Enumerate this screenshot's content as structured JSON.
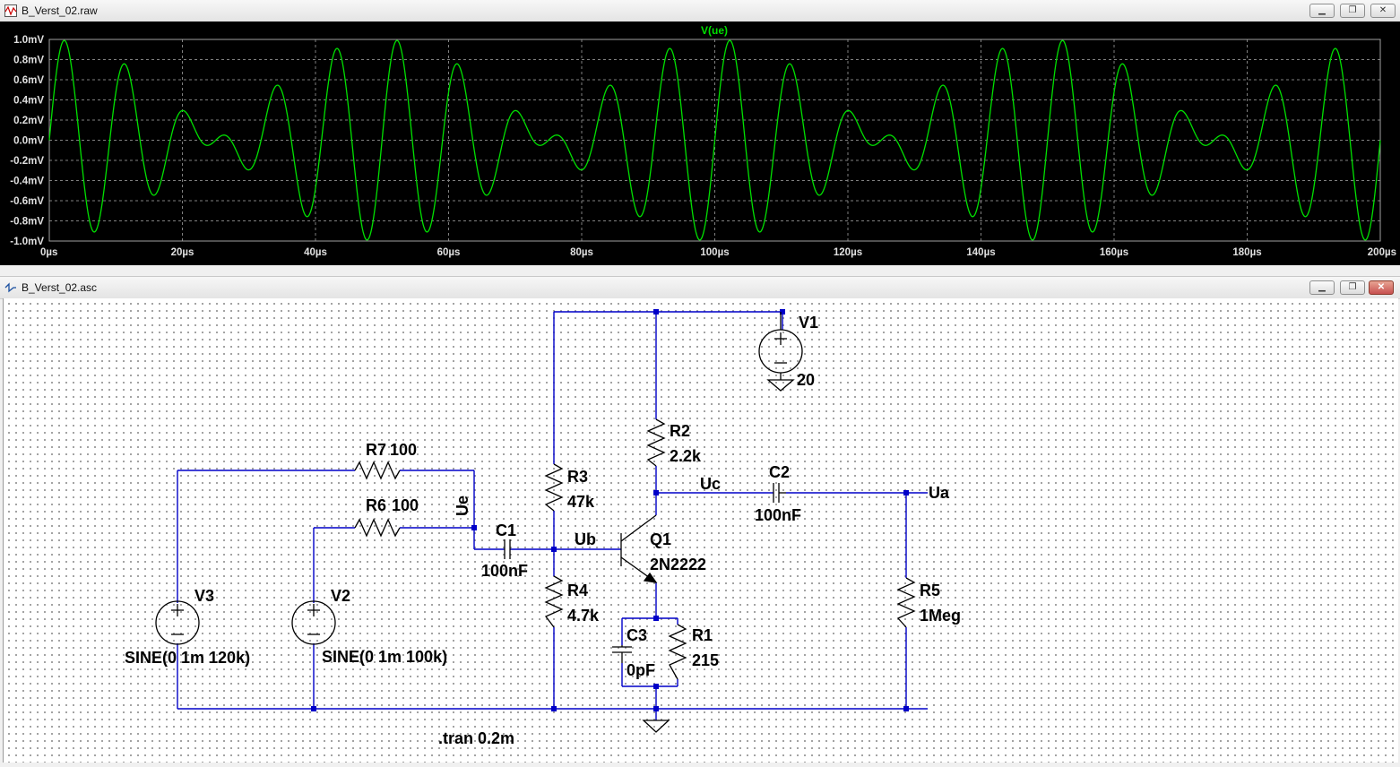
{
  "waveform_window": {
    "title": "B_Verst_02.raw",
    "trace_name": "V(ue)",
    "trace_color": "#00e000",
    "y_ticks": [
      "1.0mV",
      "0.8mV",
      "0.6mV",
      "0.4mV",
      "0.2mV",
      "0.0mV",
      "-0.2mV",
      "-0.4mV",
      "-0.6mV",
      "-0.8mV",
      "-1.0mV"
    ],
    "x_ticks": [
      "0µs",
      "20µs",
      "40µs",
      "60µs",
      "80µs",
      "100µs",
      "120µs",
      "140µs",
      "160µs",
      "180µs",
      "200µs"
    ]
  },
  "chart_data": {
    "type": "line",
    "title": "V(ue)",
    "xlabel": "",
    "ylabel": "",
    "xlim": [
      0,
      200
    ],
    "ylim": [
      -1.0,
      1.0
    ],
    "x_unit": "µs",
    "y_unit": "mV",
    "grid": true,
    "series": [
      {
        "name": "V(ue)",
        "color": "#00e000",
        "components": [
          {
            "amplitude": 0.5,
            "frequency_hz": 100000,
            "phase_deg": 0
          },
          {
            "amplitude": 0.5,
            "frequency_hz": 120000,
            "phase_deg": 0
          }
        ]
      }
    ]
  },
  "schematic_window": {
    "title": "B_Verst_02.asc",
    "components": {
      "V1": {
        "name": "V1",
        "value": "20"
      },
      "V2": {
        "name": "V2",
        "value": "SINE(0 1m 100k)"
      },
      "V3": {
        "name": "V3",
        "value": "SINE(0 1m 120k)"
      },
      "R1": {
        "name": "R1",
        "value": "215"
      },
      "R2": {
        "name": "R2",
        "value": "2.2k"
      },
      "R3": {
        "name": "R3",
        "value": "47k"
      },
      "R4": {
        "name": "R4",
        "value": "4.7k"
      },
      "R5": {
        "name": "R5",
        "value": "1Meg"
      },
      "R6": {
        "name": "R6",
        "value": "100"
      },
      "R7": {
        "name": "R7",
        "value": "100"
      },
      "C1": {
        "name": "C1",
        "value": "100nF"
      },
      "C2": {
        "name": "C2",
        "value": "100nF"
      },
      "C3": {
        "name": "C3",
        "value": "0pF"
      },
      "Q1": {
        "name": "Q1",
        "value": "2N2222"
      }
    },
    "net_labels": {
      "ue": "Ue",
      "ub": "Ub",
      "uc": "Uc",
      "ua": "Ua"
    },
    "directive": ".tran 0.2m",
    "wire_color": "#0000c8",
    "component_color": "#000000"
  }
}
